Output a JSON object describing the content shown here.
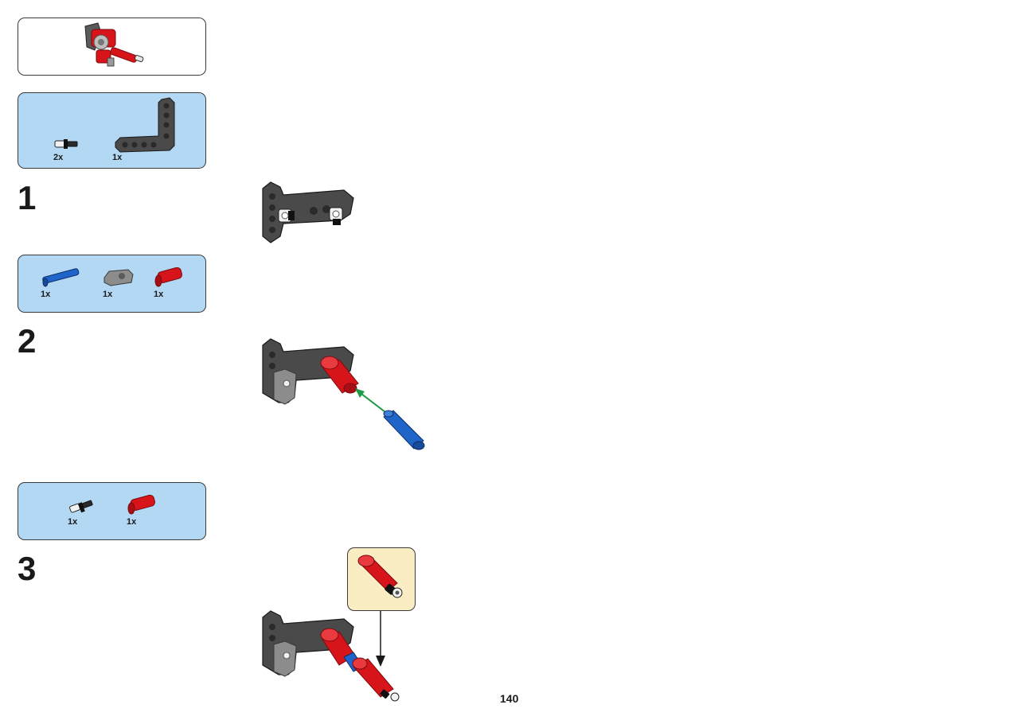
{
  "page": {
    "number": "140"
  },
  "preview": {
    "icon": "submodel-preview-icon"
  },
  "steps": [
    {
      "number": "1",
      "parts": [
        {
          "name": "friction-pin-with-axle",
          "qty": "2x"
        },
        {
          "name": "l-shaped-beam-3x5",
          "qty": "1x"
        }
      ]
    },
    {
      "number": "2",
      "parts": [
        {
          "name": "long-axle-pin",
          "qty": "1x"
        },
        {
          "name": "gray-axle-connector",
          "qty": "1x"
        },
        {
          "name": "red-pin-connector",
          "qty": "1x"
        }
      ]
    },
    {
      "number": "3",
      "parts": [
        {
          "name": "friction-pin-with-axle",
          "qty": "1x"
        },
        {
          "name": "red-pin-connector",
          "qty": "1x"
        }
      ]
    }
  ],
  "colors": {
    "parts_box_background": "#b3d8f3",
    "callout_background": "#fbedc3",
    "beam_dark_gray": "#4a4a4a",
    "red_part": "#d8141b",
    "blue_part": "#1f64c8",
    "green_arrow": "#1d9a45"
  }
}
